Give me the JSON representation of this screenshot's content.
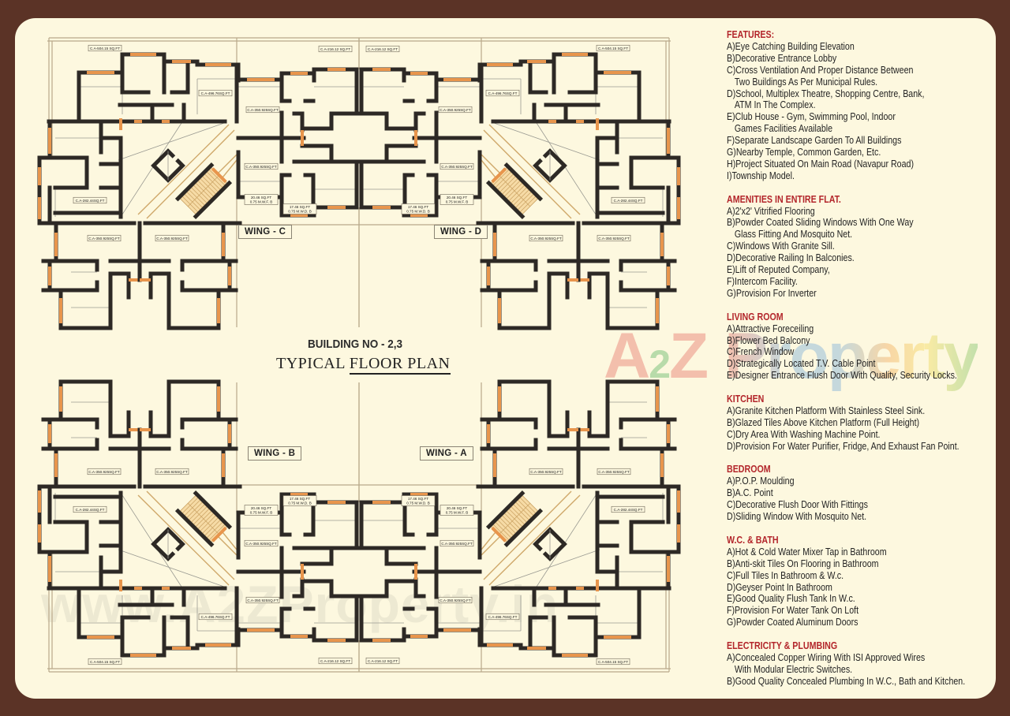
{
  "title": {
    "building": "BUILDING NO - 2,3",
    "plan_prefix": "TYPICAL",
    "plan_underlined": "FLOOR PLAN"
  },
  "wings": [
    "WING - C",
    "WING - D",
    "WING - B",
    "WING - A"
  ],
  "area_labels": {
    "ca_504": "C.A-504.15 SQ.FT",
    "ca_496": "C.A-496.76SQ.FT",
    "ca_216": "C.A-216.12 SQ.FT",
    "ca_350": "C.A-350.925SQ.FT",
    "ca_282": "C.A-282.44SQ.FT",
    "dry_20": "20.46 SQ.FT",
    "dry_20_b": "0.75 M.W.F. B",
    "dry_17": "17.46 SQ.FT",
    "dry_17_b": "0.75 M.W.D. B"
  },
  "watermark": {
    "logo_a": "A",
    "logo_2": "2",
    "logo_z": "Z",
    "logo_rest": "Property",
    "url": "www.A2ZProperty.in"
  },
  "colors": {
    "frame": "#5b3326",
    "panel": "#fdf8df",
    "walls": "#2d2925",
    "windows": "#e8954c",
    "heading": "#b3262b"
  },
  "specs": {
    "features": {
      "heading": "FEATURES:",
      "items": [
        "A)Eye Catching Building Elevation",
        "B)Decorative Entrance Lobby",
        "C)Cross Ventilation And Proper Distance Between",
        "Two Buildings As Per Municipal Rules.",
        "D)School, Multiplex Theatre, Shopping Centre, Bank,",
        "ATM In The Complex.",
        "E)Club House - Gym, Swimming Pool, Indoor",
        "Games Facilities Available",
        "F)Separate Landscape Garden To All Buildings",
        "G)Nearby Temple, Common Garden, Etc.",
        "H)Project Situated On Main Road (Navapur Road)",
        "I)Township Model."
      ]
    },
    "amenities": {
      "heading": "AMENITIES IN ENTIRE FLAT.",
      "items": [
        "A)2'x2' Vitrified Flooring",
        "B)Powder Coated Sliding Windows With One Way",
        "Glass Fitting And Mosquito Net.",
        "C)Windows With Granite Sill.",
        "D)Decorative Railing In Balconies.",
        "E)Lift of Reputed Company,",
        "F)Intercom Facility.",
        "G)Provision For Inverter"
      ]
    },
    "living": {
      "heading": "LIVING ROOM",
      "items": [
        "A)Attractive Foreceiling",
        "B)Flower Bed Balcony",
        "C)French Window",
        "D)Strategically Located T.V. Cable Point",
        "E)Designer Entrance Flush Door With Quality, Security Locks."
      ]
    },
    "kitchen": {
      "heading": "KITCHEN",
      "items": [
        "A)Granite Kitchen Platform With Stainless Steel Sink.",
        "B)Glazed Tiles Above Kitchen Platform (Full Height)",
        "C)Dry Area With Washing Machine Point.",
        "D)Provision For Water Purifier, Fridge, And Exhaust Fan Point."
      ]
    },
    "bedroom": {
      "heading": "BEDROOM",
      "items": [
        "A)P.O.P. Moulding",
        "B)A.C. Point",
        "C)Decorative Flush Door With Fittings",
        "D)Sliding Window With Mosquito Net."
      ]
    },
    "bath": {
      "heading": "W.C. & BATH",
      "items": [
        "A)Hot & Cold Water Mixer Tap in Bathroom",
        "B)Anti-skit Tiles On Flooring in Bathroom",
        "C)Full Tiles In Bathroom & W.c.",
        "D)Geyser Point In Bathroom",
        "E)Good Quality Flush Tank In W.c.",
        "F)Provision For Water Tank On Loft",
        "G)Powder Coated Aluminum Doors"
      ]
    },
    "electric": {
      "heading": "ELECTRICITY & PLUMBING",
      "items": [
        "A)Concealed Copper Wiring With ISI Approved Wires",
        "With Modular Electric Switches.",
        "B)Good Quality Concealed Plumbing In W.C., Bath and Kitchen."
      ]
    }
  }
}
